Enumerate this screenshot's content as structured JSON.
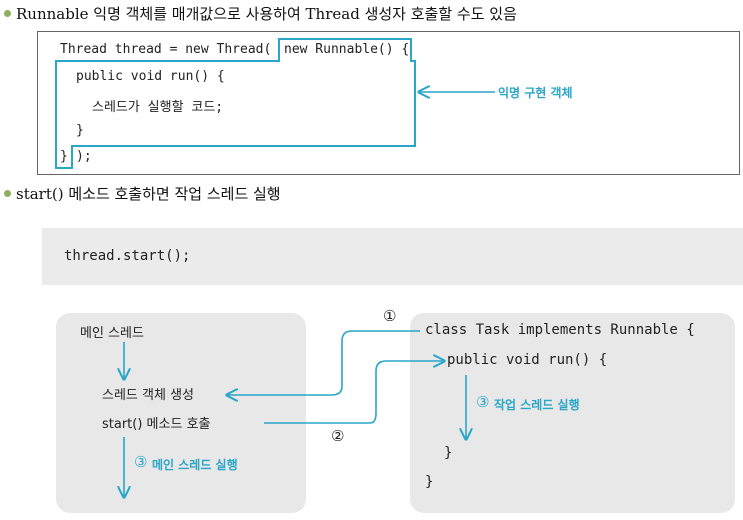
{
  "bullets": {
    "first": "Runnable 익명 객체를 매개값으로 사용하여 Thread 생성자 호출할 수도 있음",
    "second": "start() 메소드 호출하면 작업 스레드 실행"
  },
  "code": {
    "line1_prefix": "Thread thread = new Thread(",
    "line1_inner": "new Runnable() {",
    "line2": "public void run() {",
    "line3": "스레드가 실행할 코드;",
    "line4": "}",
    "line5_brace": "}",
    "line5_rest": ");",
    "annotation": "익명 구현 객체"
  },
  "start_call": "thread.start();",
  "diagram": {
    "left": {
      "main_thread": "메인 스레드",
      "create_thread": "스레드 객체 생성",
      "start_call": "start() 메소드 호출",
      "main_run": "메인 스레드 실행",
      "main_run_num": "③"
    },
    "right": {
      "class_line": "class Task implements Runnable {",
      "run_line": "public void run() {",
      "work_run": "작업 스레드 실행",
      "work_run_num": "③",
      "close_inner": "}",
      "close_outer": "}"
    },
    "step1": "①",
    "step2": "②"
  },
  "colors": {
    "accent": "#2aa6c8",
    "bullet": "#8cb15a",
    "panel": "#e8e8e8"
  }
}
